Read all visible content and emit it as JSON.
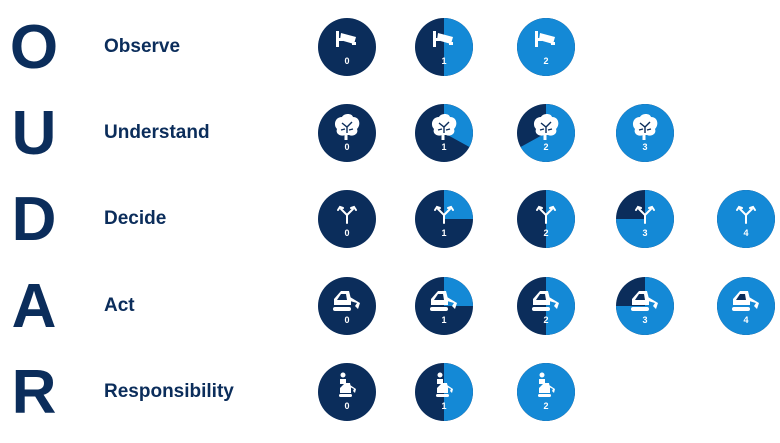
{
  "colors": {
    "dark": "#0b2d5b",
    "light": "#1489d6",
    "white": "#ffffff"
  },
  "rows": [
    {
      "letter": "O",
      "label": "Observe",
      "icon": "cctv-camera-icon",
      "levels": [
        {
          "n": "0",
          "fill": 0
        },
        {
          "n": "1",
          "fill": 0.5
        },
        {
          "n": "2",
          "fill": 1
        }
      ]
    },
    {
      "letter": "U",
      "label": "Understand",
      "icon": "brain-icon",
      "levels": [
        {
          "n": "0",
          "fill": 0
        },
        {
          "n": "1",
          "fill": 0.33
        },
        {
          "n": "2",
          "fill": 0.67
        },
        {
          "n": "3",
          "fill": 1
        }
      ]
    },
    {
      "letter": "D",
      "label": "Decide",
      "icon": "fork-arrows-icon",
      "levels": [
        {
          "n": "0",
          "fill": 0
        },
        {
          "n": "1",
          "fill": 0.25
        },
        {
          "n": "2",
          "fill": 0.5
        },
        {
          "n": "3",
          "fill": 0.75
        },
        {
          "n": "4",
          "fill": 1
        }
      ]
    },
    {
      "letter": "A",
      "label": "Act",
      "icon": "excavator-icon",
      "levels": [
        {
          "n": "0",
          "fill": 0
        },
        {
          "n": "1",
          "fill": 0.25
        },
        {
          "n": "2",
          "fill": 0.5
        },
        {
          "n": "3",
          "fill": 0.75
        },
        {
          "n": "4",
          "fill": 1
        }
      ]
    },
    {
      "letter": "R",
      "label": "Responsibility",
      "icon": "worker-excavator-icon",
      "levels": [
        {
          "n": "0",
          "fill": 0
        },
        {
          "n": "1",
          "fill": 0.5
        },
        {
          "n": "2",
          "fill": 1
        }
      ]
    }
  ]
}
